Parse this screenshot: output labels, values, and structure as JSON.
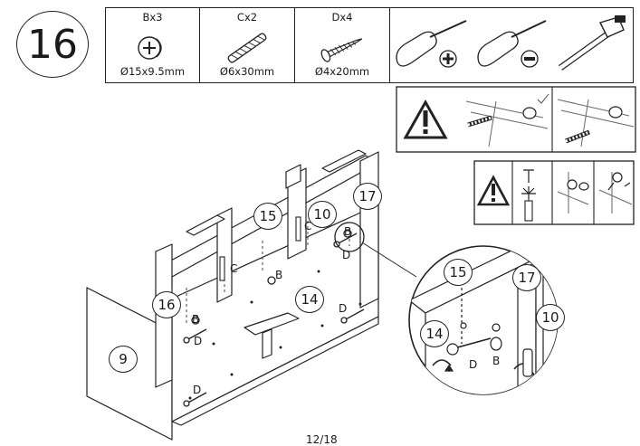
{
  "step_number": "16",
  "parts": [
    {
      "code": "Bx3",
      "size": "Ø15x9.5mm"
    },
    {
      "code": "Cx2",
      "size": "Ø6x30mm"
    },
    {
      "code": "Dx4",
      "size": "Ø4x20mm"
    }
  ],
  "tools": [
    {
      "icon": "phillips-screwdriver-icon"
    },
    {
      "icon": "flat-screwdriver-icon"
    },
    {
      "icon": "hammer-icon"
    }
  ],
  "panels": {
    "p9": "9",
    "p10": "10",
    "p14": "14",
    "p15": "15",
    "p16": "16",
    "p17": "17"
  },
  "fastener_labels": {
    "B": "B",
    "C": "C",
    "D": "D"
  },
  "page": "12/18"
}
